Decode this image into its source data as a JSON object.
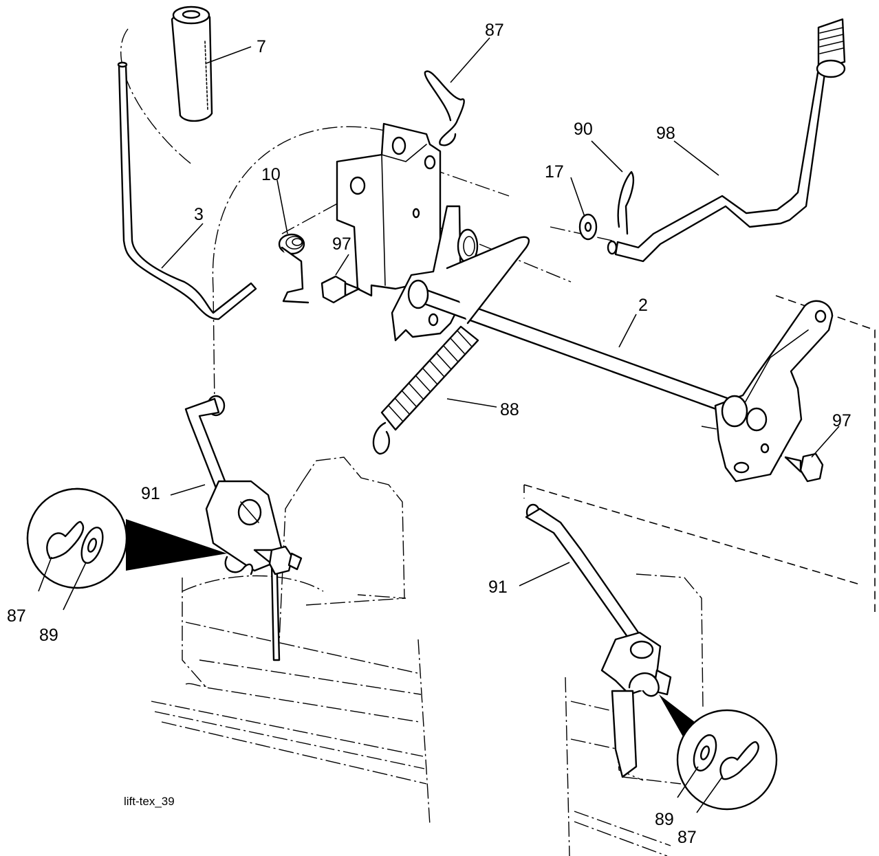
{
  "figure_id": "lift-tex_39",
  "callouts": {
    "c7": "7",
    "c87_top": "87",
    "c90": "90",
    "c98": "98",
    "c17": "17",
    "c10": "10",
    "c3": "3",
    "c97_left": "97",
    "c2": "2",
    "c88": "88",
    "c97_right": "97",
    "c91_left": "91",
    "c87_left": "87",
    "c89_left": "89",
    "c91_right": "91",
    "c89_right": "89",
    "c87_right": "87"
  }
}
